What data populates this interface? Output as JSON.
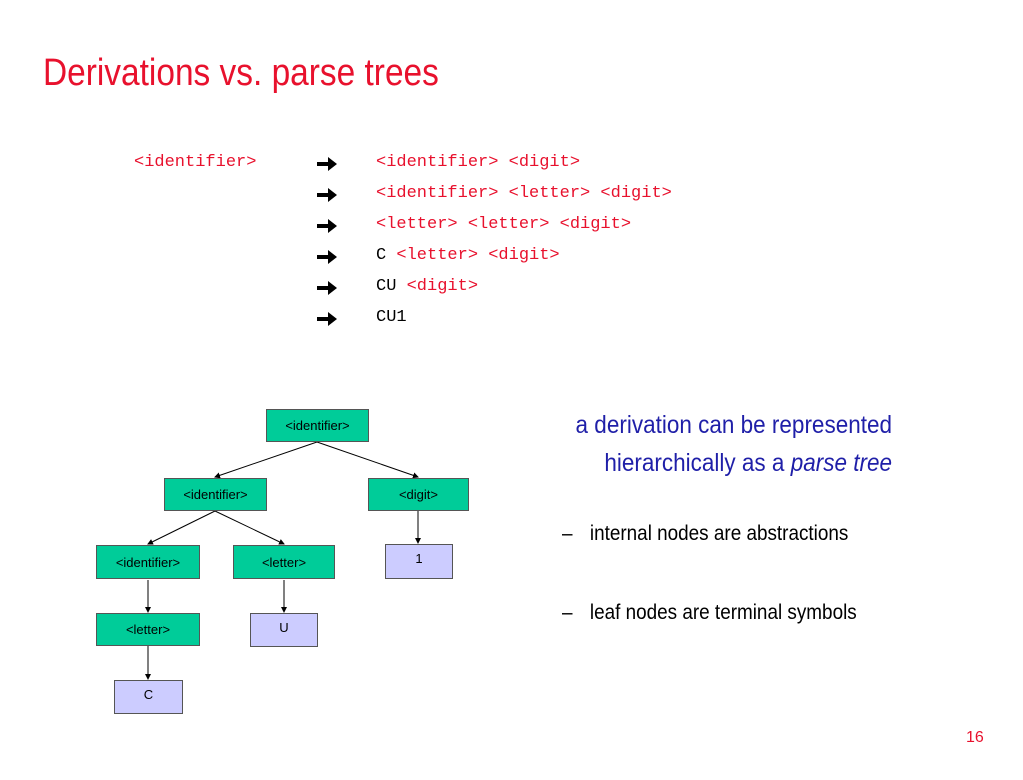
{
  "slide": {
    "title": "Derivations vs. parse trees",
    "page_number": "16"
  },
  "derivation": {
    "lhs": "<identifier>",
    "arrow_icon": "right-arrow-icon",
    "steps": [
      {
        "terminal": "",
        "nonterminals": "<identifier> <digit>"
      },
      {
        "terminal": "",
        "nonterminals": "<identifier> <letter> <digit>"
      },
      {
        "terminal": "",
        "nonterminals": "<letter> <letter> <digit>"
      },
      {
        "terminal": "C ",
        "nonterminals": "<letter> <digit>"
      },
      {
        "terminal": "CU ",
        "nonterminals": "<digit>"
      },
      {
        "terminal": "CU1",
        "nonterminals": ""
      }
    ]
  },
  "parse_tree": {
    "root": "<identifier>",
    "level1_left": "<identifier>",
    "level1_right": "<digit>",
    "level2_left": "<identifier>",
    "level2_mid": "<letter>",
    "level2_right_leaf": "1",
    "level3_left": "<letter>",
    "level3_mid_leaf": "U",
    "level4_leaf": "C",
    "internal_color": "#00cc99",
    "leaf_color": "#ccccff"
  },
  "explanation": {
    "line1": "a derivation can be represented",
    "line2_prefix": "hierarchically as a ",
    "line2_emph": "parse tree",
    "bullets": [
      "internal nodes are abstractions",
      "leaf nodes are terminal symbols"
    ],
    "bullet_marker": "–"
  },
  "colors": {
    "title": "#e8112d",
    "nonterminal": "#e8112d",
    "explanation": "#1f1fa8"
  }
}
